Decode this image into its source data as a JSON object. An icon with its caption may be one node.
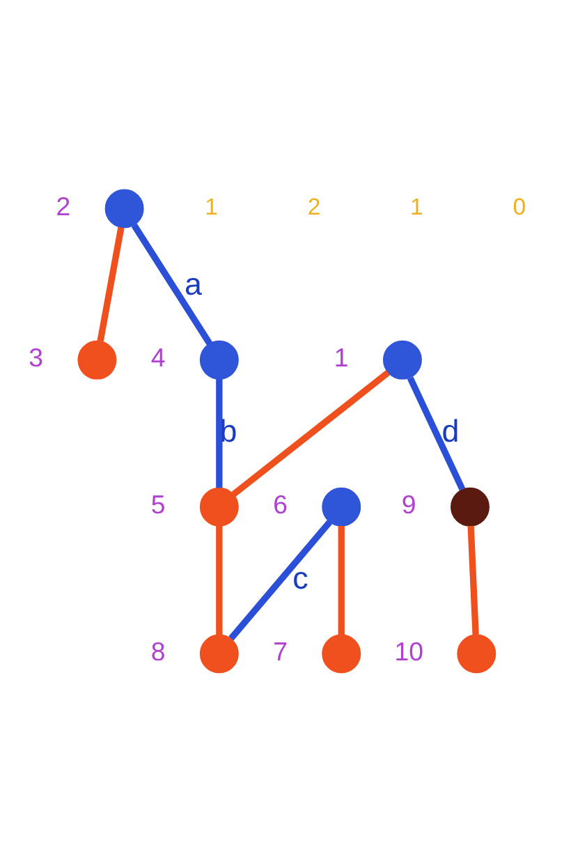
{
  "diagram": {
    "nodes": [
      {
        "text": [],
        "shape": "circle",
        "beside": [
          "3"
        ]
      },
      {
        "text": [],
        "shape": "circle",
        "beside": [
          "7"
        ]
      },
      {
        "text": [],
        "shape": "circle",
        "beside": [
          "2"
        ]
      },
      {
        "text": [],
        "shape": "circle",
        "beside": [
          "6"
        ]
      },
      {
        "text": [],
        "shape": "circle",
        "beside": [
          "4"
        ]
      },
      {
        "text": [],
        "shape": "circle",
        "beside": [
          "8"
        ]
      },
      {
        "text": [],
        "shape": "circle",
        "beside": [
          "5"
        ]
      },
      {
        "text": [],
        "shape": "circle",
        "beside": [
          "1"
        ]
      },
      {
        "text": [],
        "shape": "circle",
        "beside": [
          "10"
        ]
      },
      {
        "text": [],
        "shape": "circle",
        "beside": [
          "9"
        ]
      }
    ],
    "edges": [
      {
        "from": 2,
        "to": 0,
        "arrow": "none"
      },
      {
        "from": 2,
        "to": 4,
        "arrow": "none",
        "label": "a",
        "color": "#2b4fd6"
      },
      {
        "from": 4,
        "to": 6,
        "arrow": "none",
        "label": "b",
        "color": "#2b4fd6"
      },
      {
        "from": 3,
        "to": 1,
        "arrow": "none"
      },
      {
        "from": 3,
        "to": 5,
        "arrow": "none",
        "label": "c",
        "color": "#2b4fd6"
      },
      {
        "from": 6,
        "to": 5,
        "arrow": "none"
      },
      {
        "from": 7,
        "to": 6,
        "arrow": "none"
      },
      {
        "from": 7,
        "to": 9,
        "arrow": "none",
        "label": "d",
        "color": "#2b4fd6"
      },
      {
        "from": 9,
        "to": 8,
        "arrow": "none"
      }
    ],
    "labels": [
      "1",
      "2",
      "1",
      "0"
    ]
  }
}
